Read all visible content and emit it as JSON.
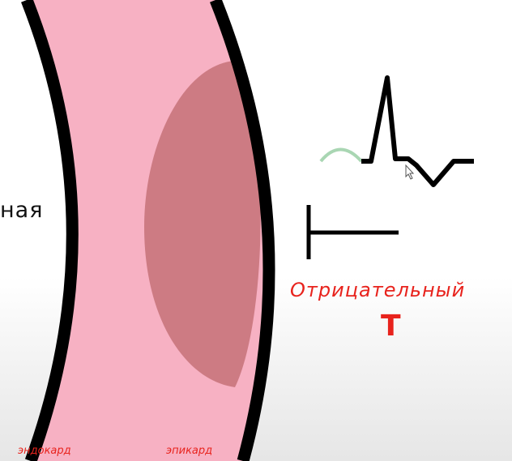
{
  "labels": {
    "left_word": "ная",
    "negative_t_line1": "Отрицательный",
    "negative_t_line2": "T",
    "endocardium": "эндокард",
    "epicardium": "эпикард"
  },
  "colors": {
    "wall": "#f7b1c3",
    "lesion": "#cd7b83",
    "border": "#000000",
    "accent": "#e8231d",
    "p_wave": "#a9d6b3"
  },
  "icons": [
    "cursor-arrow-icon"
  ]
}
